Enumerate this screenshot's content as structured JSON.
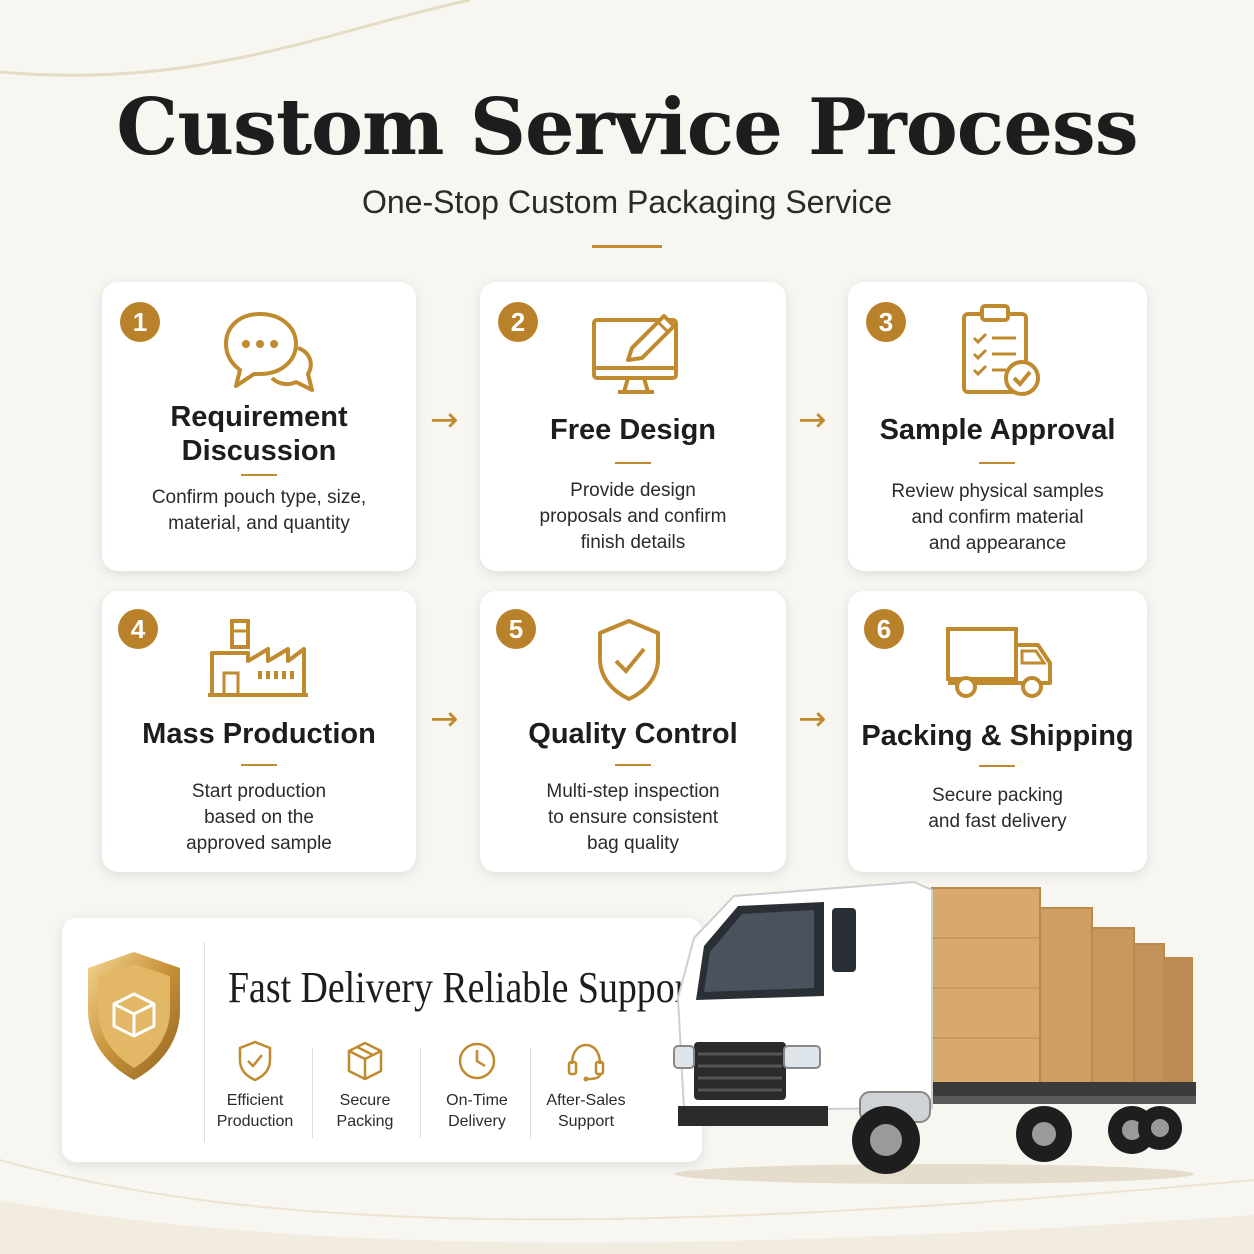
{
  "header": {
    "title": "Custom Service Process",
    "subtitle": "One-Stop Custom Packaging Service"
  },
  "steps": [
    {
      "number": "1",
      "title_line1": "Requirement",
      "title_line2": "Discussion",
      "desc_line1": "Confirm pouch type, size,",
      "desc_line2": "material, and quantity",
      "icon": "chat-bubbles-icon"
    },
    {
      "number": "2",
      "title": "Free Design",
      "desc_line1": "Provide design",
      "desc_line2": "proposals and confirm",
      "desc_line3": "finish details",
      "icon": "monitor-pencil-icon"
    },
    {
      "number": "3",
      "title": "Sample Approval",
      "desc_line1": "Review physical samples",
      "desc_line2": "and confirm material",
      "desc_line3": "and appearance",
      "icon": "clipboard-check-icon"
    },
    {
      "number": "4",
      "title": "Mass Production",
      "desc_line1": "Start production",
      "desc_line2": "based on the",
      "desc_line3": "approved sample",
      "icon": "factory-icon"
    },
    {
      "number": "5",
      "title": "Quality Control",
      "desc_line1": "Multi-step inspection",
      "desc_line2": "to ensure consistent",
      "desc_line3": "bag quality",
      "icon": "shield-check-icon"
    },
    {
      "number": "6",
      "title": "Packing & Shipping",
      "desc_line1": "Secure packing",
      "desc_line2": "and fast delivery",
      "icon": "delivery-truck-icon"
    }
  ],
  "banner": {
    "title": "Fast Delivery  Reliable Support",
    "features": [
      {
        "line1": "Efficient",
        "line2": "Production",
        "icon": "shield-check-icon"
      },
      {
        "line1": "Secure",
        "line2": "Packing",
        "icon": "box-icon"
      },
      {
        "line1": "On-Time",
        "line2": "Delivery",
        "icon": "clock-icon"
      },
      {
        "line1": "After-Sales",
        "line2": "Support",
        "icon": "headset-icon"
      }
    ]
  },
  "colors": {
    "accent": "#c08a2e",
    "badge": "#b9822a",
    "background": "#f8f6f1"
  }
}
